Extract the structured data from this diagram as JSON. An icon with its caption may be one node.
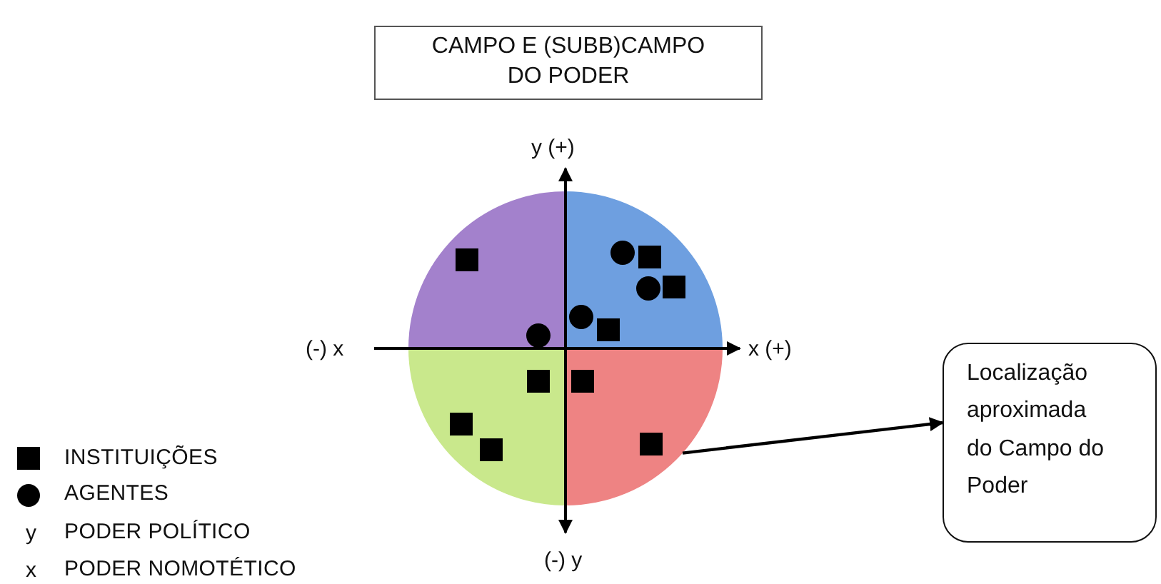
{
  "diagram": {
    "nodes": [
      {
        "text": [
          "CAMPO E (SUBB)CAMPO DO PODER"
        ]
      },
      {
        "text": [],
        "shape": "circle"
      },
      {
        "text": [
          "Localização aproximada do Campo do Poder"
        ]
      }
    ],
    "edges": [
      {
        "from": 1,
        "to": 2,
        "arrow": "to"
      }
    ],
    "labels": [
      "y (+)",
      "(-) x",
      "x (+)",
      "(-) y",
      "y",
      "x"
    ],
    "legend": [
      {
        "text": "INSTITUIÇÕES"
      },
      {
        "text": "AGENTES"
      },
      {
        "text": "PODER POLÍTICO"
      },
      {
        "text": "PODER NOMOTÉTICO"
      }
    ]
  }
}
